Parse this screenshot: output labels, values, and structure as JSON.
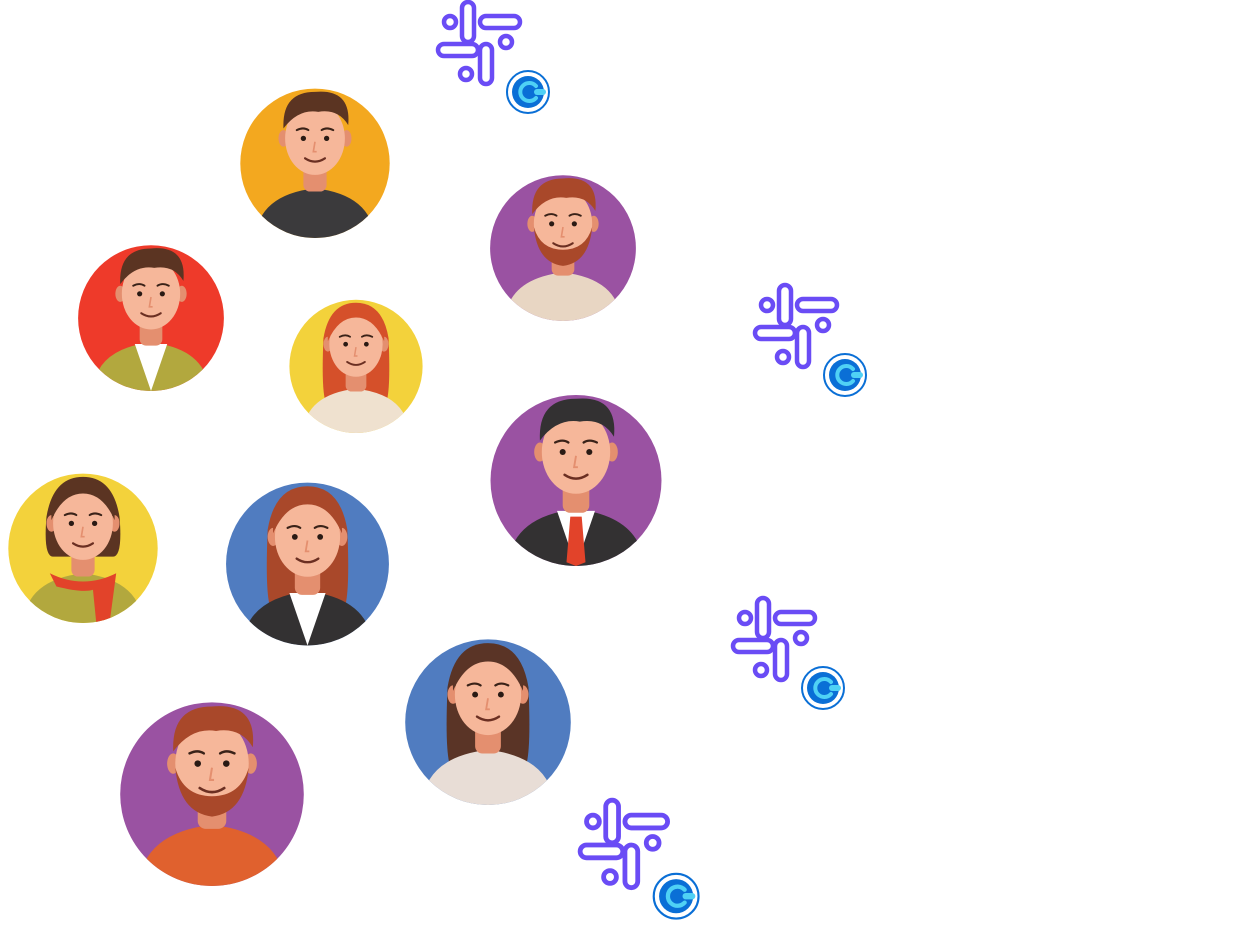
{
  "colors": {
    "background": "#ffffff",
    "slack_logo": "#6a4cf5",
    "calendly_logo": "#0a6fd6",
    "skin": "#f6b79a",
    "skin_shadow": "#e48f6f"
  },
  "avatars": [
    {
      "name": "avatar-man-orange-bg",
      "bg": "#f3a81f",
      "hair": "#5b3422",
      "hair_style": "short",
      "shirt": "#3b3a3c",
      "collar": "none",
      "beard": false
    },
    {
      "name": "avatar-man-beard-purple-bg",
      "bg": "#9a52a2",
      "hair": "#a9482a",
      "hair_style": "short",
      "shirt": "#e8d6c3",
      "collar": "none",
      "beard": true
    },
    {
      "name": "avatar-man-red-bg",
      "bg": "#ee3a2a",
      "hair": "#5b3422",
      "hair_style": "short",
      "shirt": "#b2a83e",
      "collar": "open",
      "beard": false
    },
    {
      "name": "avatar-woman-curly-yellow-bg",
      "bg": "#f3d23b",
      "hair": "#d5502a",
      "hair_style": "long",
      "shirt": "#efe1cf",
      "collar": "none",
      "beard": false
    },
    {
      "name": "avatar-man-suit-purple-bg",
      "bg": "#9a52a2",
      "hair": "#333132",
      "hair_style": "short",
      "shirt": "#333132",
      "collar": "tie",
      "beard": false
    },
    {
      "name": "avatar-woman-scarf-yellow-bg",
      "bg": "#f3d23b",
      "hair": "#5b3422",
      "hair_style": "bob",
      "shirt": "#b2a83e",
      "collar": "scarf",
      "beard": false
    },
    {
      "name": "avatar-woman-blazer-blue-bg",
      "bg": "#507cc0",
      "hair": "#a9482a",
      "hair_style": "long",
      "shirt": "#333132",
      "collar": "shirt",
      "beard": false
    },
    {
      "name": "avatar-woman-longhair-blue-bg",
      "bg": "#507cc0",
      "hair": "#5a3426",
      "hair_style": "long",
      "shirt": "#e8ddd6",
      "collar": "none",
      "beard": false
    },
    {
      "name": "avatar-man-beard-orange-shirt",
      "bg": "#9a52a2",
      "hair": "#a9482a",
      "hair_style": "short",
      "shirt": "#e0612e",
      "collar": "none",
      "beard": true
    }
  ],
  "integrations": [
    {
      "name": "integration-pair-1",
      "slack_icon": "slack-logo-icon",
      "calendly_icon": "calendly-logo-icon"
    },
    {
      "name": "integration-pair-2",
      "slack_icon": "slack-logo-icon",
      "calendly_icon": "calendly-logo-icon"
    },
    {
      "name": "integration-pair-3",
      "slack_icon": "slack-logo-icon",
      "calendly_icon": "calendly-logo-icon"
    },
    {
      "name": "integration-pair-4",
      "slack_icon": "slack-logo-icon",
      "calendly_icon": "calendly-logo-icon"
    }
  ]
}
